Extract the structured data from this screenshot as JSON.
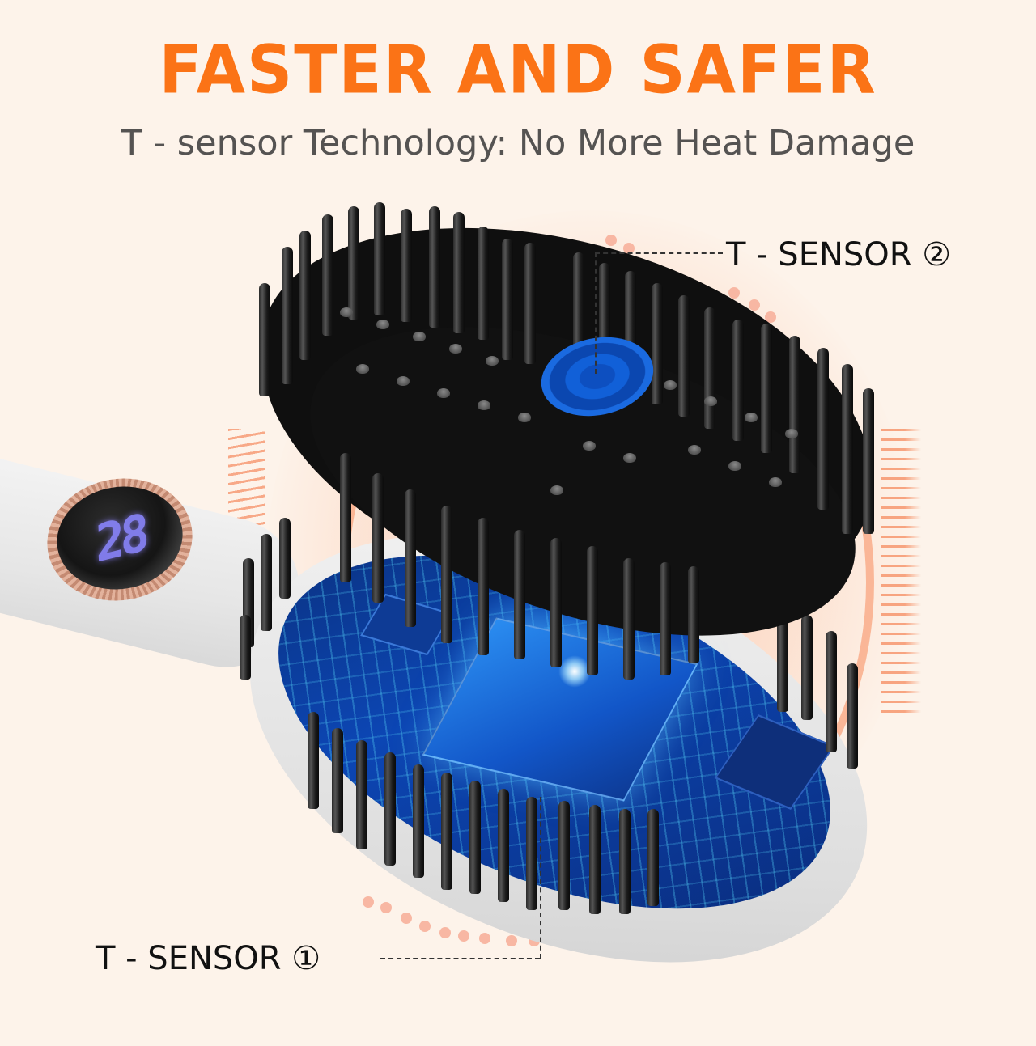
{
  "header": {
    "title": "FASTER AND SAFER",
    "subtitle": "T - sensor Technology: No More Heat Damage"
  },
  "product": {
    "name": "heated hair straightening brush",
    "display": {
      "readout": "28",
      "color": "#8b86ff"
    }
  },
  "callouts": [
    {
      "id": "sensor-2",
      "label": "T - SENSOR ②"
    },
    {
      "id": "sensor-1",
      "label": "T - SENSOR ①"
    }
  ],
  "colors": {
    "accent": "#fb7316",
    "background": "#fdf3ea",
    "subtitle": "#555352",
    "decor": "#f8b7a3",
    "pcb_blue": "#0c46b4",
    "sensor_blue": "#1160d8"
  }
}
